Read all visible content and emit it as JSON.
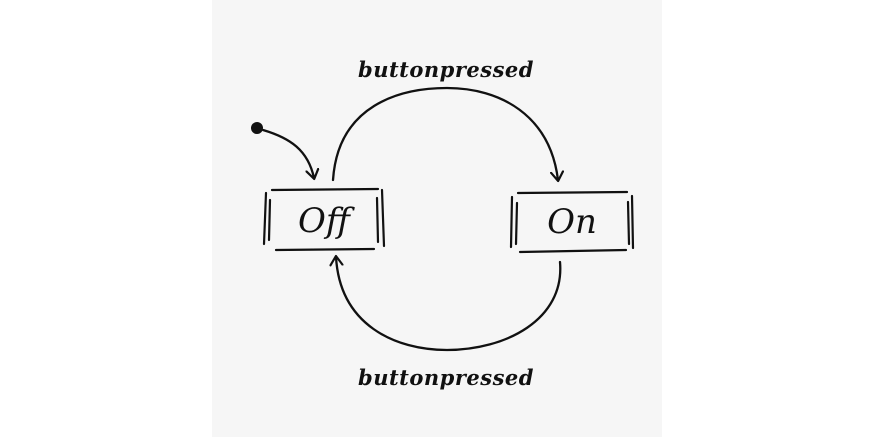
{
  "states": [
    {
      "id": "off",
      "label": "Off",
      "initial": true
    },
    {
      "id": "on",
      "label": "On",
      "initial": false
    }
  ],
  "transitions": [
    {
      "from": "off",
      "to": "on",
      "label": "buttonpressed"
    },
    {
      "from": "on",
      "to": "off",
      "label": "buttonpressed"
    }
  ],
  "style": {
    "ink_color": "#111111",
    "paper_color": "#f6f6f6",
    "background_color": "#ffffff"
  }
}
